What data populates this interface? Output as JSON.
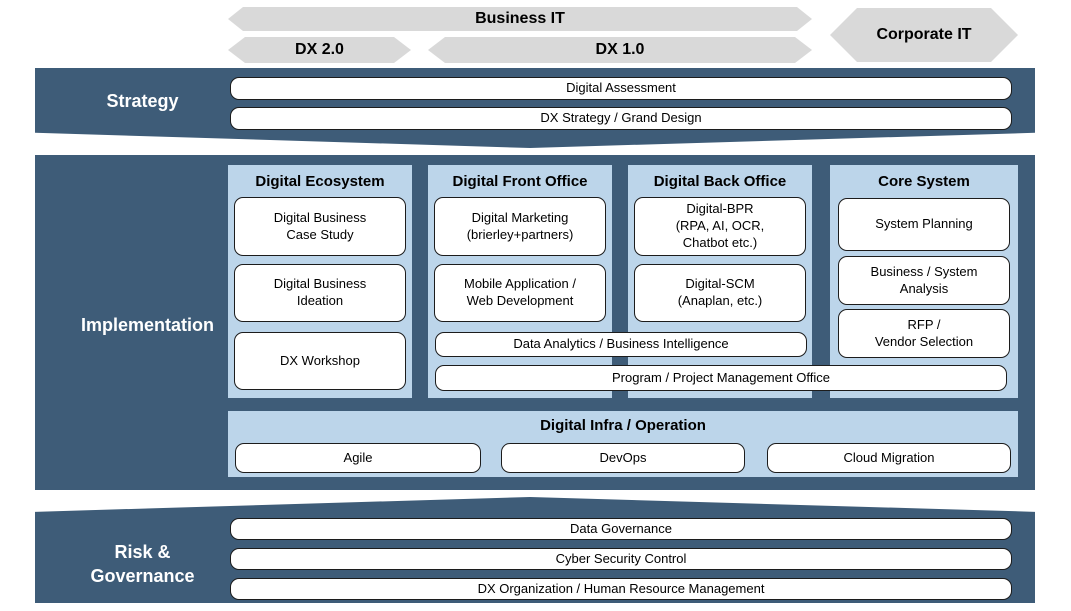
{
  "arrows": {
    "business_it": "Business IT",
    "dx_20": "DX 2.0",
    "dx_10": "DX 1.0",
    "corporate_it": "Corporate IT"
  },
  "strategy": {
    "label": "Strategy",
    "items": [
      "Digital Assessment",
      "DX Strategy / Grand Design"
    ]
  },
  "implementation": {
    "label": "Implementation",
    "columns": [
      {
        "header": "Digital Ecosystem",
        "boxes": [
          "Digital Business\nCase Study",
          "Digital Business\nIdeation",
          "DX Workshop"
        ]
      },
      {
        "header": "Digital Front Office",
        "boxes": [
          "Digital Marketing\n(brierley+partners)",
          "Mobile Application /\nWeb Development"
        ]
      },
      {
        "header": "Digital Back Office",
        "boxes": [
          "Digital-BPR\n(RPA, AI, OCR,\nChatbot etc.)",
          "Digital-SCM\n(Anaplan,  etc.)"
        ]
      },
      {
        "header": "Core System",
        "boxes": [
          "System Planning",
          "Business  / System\nAnalysis",
          "RFP /\nVendor Selection"
        ]
      }
    ],
    "shared_boxes": [
      "Data Analytics / Business Intelligence",
      "Program / Project Management Office"
    ],
    "infra": {
      "title": "Digital Infra / Operation",
      "boxes": [
        "Agile",
        "DevOps",
        "Cloud Migration"
      ]
    }
  },
  "risk_governance": {
    "label": "Risk &\nGovernance",
    "items": [
      "Data Governance",
      "Cyber Security Control",
      "DX Organization / Human Resource Management"
    ]
  },
  "colors": {
    "band": "#3e5c78",
    "panel": "#bcd5ea",
    "arrow": "#d9d9d9",
    "box_background": "#ffffff",
    "box_border": "#1c1c1c",
    "band_text": "#ffffff",
    "text": "#000000"
  }
}
